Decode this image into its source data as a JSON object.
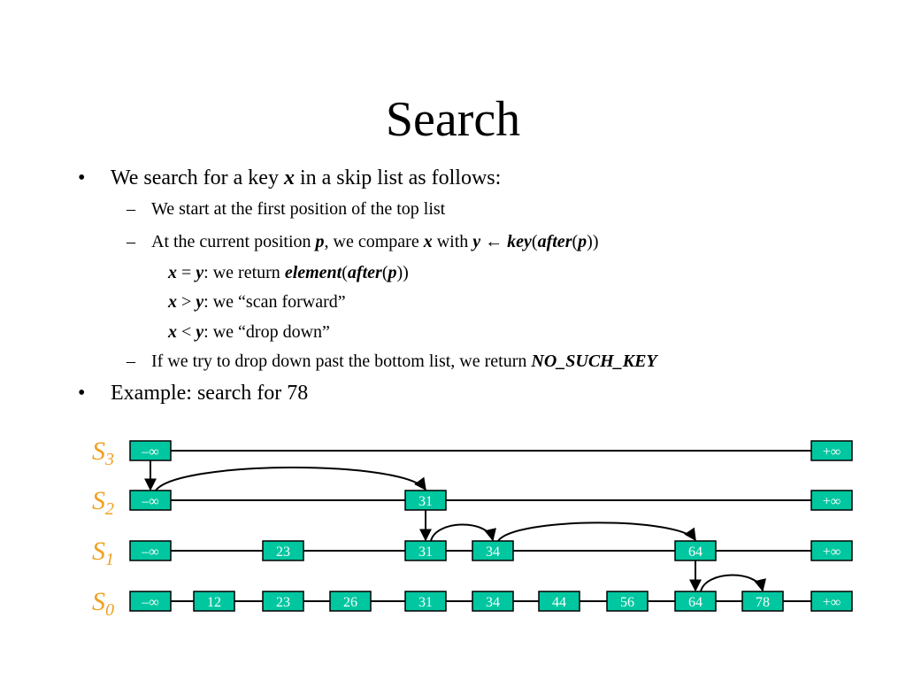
{
  "slide": {
    "title": "Search",
    "bullet_char": "•",
    "dash_char": "–",
    "b1": {
      "t1": "We search for a key ",
      "x": "x",
      "t2": " in a skip list as follows:"
    },
    "s1": "We start at the first position of the top list",
    "s2": {
      "t1": "At the current position ",
      "p": "p",
      "t2": ", we compare ",
      "x": "x",
      "t3": " with ",
      "y": "y",
      "arrow": " ← ",
      "key": "key",
      "open1": "(",
      "after": "after",
      "open2": "(",
      "p2": "p",
      "close": "))"
    },
    "c1": {
      "x": "x",
      "op": " = ",
      "y": "y",
      "t1": ": we return ",
      "element": "element",
      "open1": "(",
      "after": "after",
      "open2": "(",
      "p": "p",
      "close": "))"
    },
    "c2": {
      "x": "x",
      "op": " > ",
      "y": "y",
      "t1": ": we “scan forward”"
    },
    "c3": {
      "x": "x",
      "op": " < ",
      "y": "y",
      "t1": ": we “drop down”"
    },
    "s3": {
      "t1": "If we try to drop down past the bottom list, we return ",
      "nsk": "NO_SUCH_KEY"
    },
    "b2": "Example: search for 78"
  },
  "diagram": {
    "colors": {
      "node_fill": "#00C7A0",
      "node_text": "#ffffff",
      "label": "#F0A020",
      "line": "#000000"
    },
    "columns": [
      "-inf",
      "12",
      "23",
      "26",
      "31",
      "34",
      "44",
      "56",
      "64",
      "78",
      "+inf"
    ],
    "levels": [
      {
        "name": "S",
        "sub": "3",
        "nodes": [
          {
            "col": "-inf",
            "label": "–∞"
          },
          {
            "col": "+inf",
            "label": "+∞"
          }
        ]
      },
      {
        "name": "S",
        "sub": "2",
        "nodes": [
          {
            "col": "-inf",
            "label": "–∞"
          },
          {
            "col": "31",
            "label": "31"
          },
          {
            "col": "+inf",
            "label": "+∞"
          }
        ]
      },
      {
        "name": "S",
        "sub": "1",
        "nodes": [
          {
            "col": "-inf",
            "label": "–∞"
          },
          {
            "col": "23",
            "label": "23"
          },
          {
            "col": "31",
            "label": "31"
          },
          {
            "col": "34",
            "label": "34"
          },
          {
            "col": "64",
            "label": "64"
          },
          {
            "col": "+inf",
            "label": "+∞"
          }
        ]
      },
      {
        "name": "S",
        "sub": "0",
        "nodes": [
          {
            "col": "-inf",
            "label": "–∞"
          },
          {
            "col": "12",
            "label": "12"
          },
          {
            "col": "23",
            "label": "23"
          },
          {
            "col": "26",
            "label": "26"
          },
          {
            "col": "31",
            "label": "31"
          },
          {
            "col": "34",
            "label": "34"
          },
          {
            "col": "44",
            "label": "44"
          },
          {
            "col": "56",
            "label": "56"
          },
          {
            "col": "64",
            "label": "64"
          },
          {
            "col": "78",
            "label": "78"
          },
          {
            "col": "+inf",
            "label": "+∞"
          }
        ]
      }
    ],
    "search_path": [
      {
        "level": 0,
        "col": "-inf"
      },
      {
        "level": 1,
        "col": "-inf"
      },
      {
        "level": 1,
        "col": "31"
      },
      {
        "level": 2,
        "col": "31"
      },
      {
        "level": 2,
        "col": "34"
      },
      {
        "level": 2,
        "col": "64"
      },
      {
        "level": 3,
        "col": "64"
      },
      {
        "level": 3,
        "col": "78"
      }
    ]
  }
}
